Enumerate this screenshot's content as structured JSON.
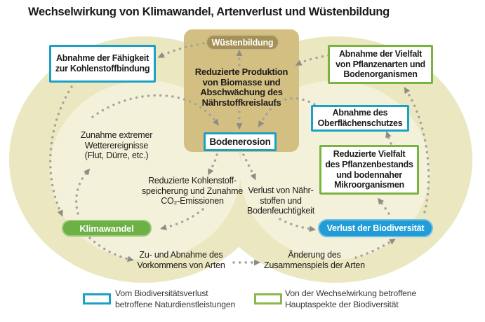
{
  "title": "Wechselwirkung von Klimawandel, Artenverlust und Wüstenbildung",
  "colors": {
    "blob_outer": "#ebe7c1",
    "blob_inner": "#f4f1da",
    "center_panel": "#d4bf82",
    "desertification_pill": "#a59157",
    "climate_pill": "#6db044",
    "biodiversity_pill": "#219cd7",
    "teal_border": "#1ba1c5",
    "green_border": "#78b43e",
    "arrow_dots": "#a3a39b"
  },
  "nodes": {
    "wuestenbildung": "Wüstenbildung",
    "zentrum": "Reduzierte Produktion\nvon Biomasse und\nAbschwächung des\nNährstoffkreislaufs",
    "bodenerosion": "Bodenerosion",
    "kohlenstoffbindung": "Abnahme der Fähigkeit\nzur Kohlenstoffbindung",
    "pflanzenarten": "Abnahme der Vielfalt\nvon Pflanzenarten und\nBodenorganismen",
    "oberflaechenschutz": "Abnahme des\nOberflächenschutzes",
    "pflanzenbestand": "Reduzierte Vielfalt\ndes Pflanzenbestands\nund bodennaher\nMikroorganismen",
    "klimawandel": "Klimawandel",
    "biodiversitaet": "Verlust der Biodiversität",
    "wetterereignisse": "Zunahme extremer\nWetterereignisse\n(Flut, Dürre, etc.)",
    "kohlenstoffspeicherung": "Reduzierte Kohlenstoff-\nspeicherung und Zunahme\nCO₂-Emissionen",
    "naehrstoffe": "Verlust von Nähr-\nstoffen und\nBodenfeuchtigkeit",
    "vorkommen": "Zu- und Abnahme des\nVorkommens von Arten",
    "zusammenspiel": "Änderung des\nZusammenspiels der Arten"
  },
  "legend": [
    {
      "swatch": "teal",
      "label": "Vom Biodiversitätsverlust\nbetroffene Naturdienstleistungen"
    },
    {
      "swatch": "green",
      "label": "Von der Wechselwirkung betroffene\nHauptaspekte der Biodiversität"
    }
  ]
}
